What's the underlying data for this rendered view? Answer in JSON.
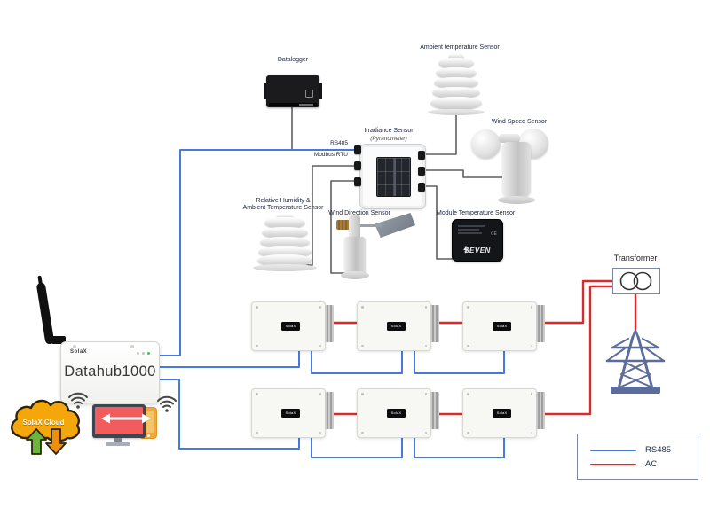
{
  "diagram": {
    "sensors": {
      "datalogger": "Datalogger",
      "ambient_temperature": "Ambient temperature Sensor",
      "irradiance": "Irradiance Sensor",
      "irradiance_sub": "(Pyranometer)",
      "wind_speed": "Wind Speed Sensor",
      "humidity_line1": "Relative Humidity &",
      "humidity_line2": "Ambient Temperature Sensor",
      "wind_direction": "Wind Direction Sensor",
      "module_temperature": "Module Temperature Sensor",
      "module_brand": "SEVEN",
      "module_ce": "CE"
    },
    "bus": {
      "rs485": "RS485",
      "modbus": "Modbus RTU"
    },
    "datahub": {
      "brand": "SolaX",
      "model": "Datahub1000"
    },
    "cloud": {
      "label": "SolaX Cloud"
    },
    "inverter": {
      "display": "SolaX"
    },
    "grid": {
      "transformer": "Transformer"
    },
    "legend": {
      "items": [
        {
          "label": "RS485",
          "color": "#4779DE"
        },
        {
          "label": "AC",
          "color": "#D92B2B"
        }
      ]
    },
    "colors": {
      "rs485_line": "#4779DE",
      "ac_line": "#D92B2B",
      "sensor_wire": "#5F5F5F",
      "cloud_orange": "#F5A60A",
      "upload_green": "#6CB43F",
      "download_orange": "#ED8E0D",
      "screen_red": "#F25C5C",
      "tower_blue": "#5C6C9C",
      "led_green": "#49C24D"
    }
  }
}
